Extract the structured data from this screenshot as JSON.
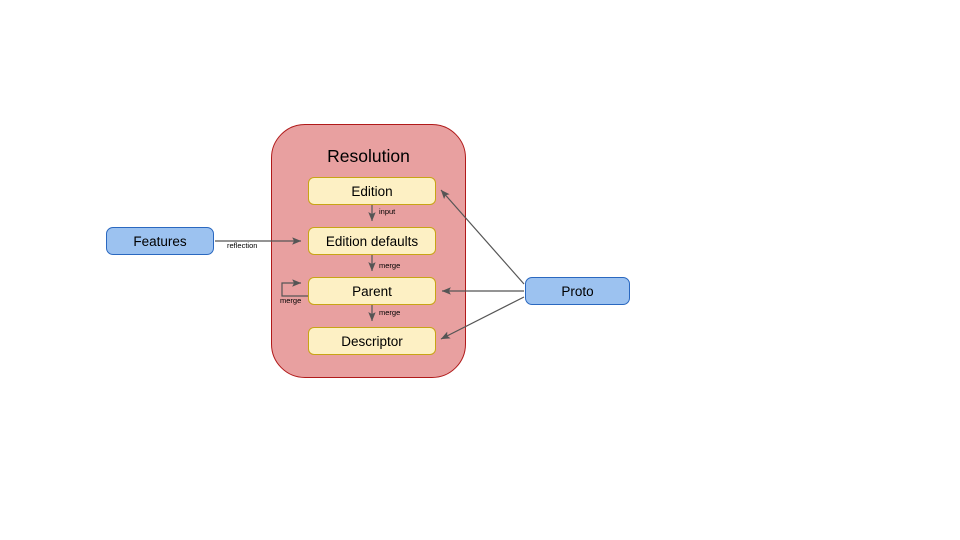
{
  "diagram": {
    "title_visible": false,
    "groups": [
      {
        "id": "resolution",
        "label": "Resolution",
        "fill": "#e8a0a0",
        "stroke": "#b01a1a"
      }
    ],
    "nodes": [
      {
        "id": "edition",
        "label": "Edition",
        "fill": "#fdf0c4",
        "stroke": "#c8a415"
      },
      {
        "id": "defaults",
        "label": "Edition defaults",
        "fill": "#fdf0c4",
        "stroke": "#c8a415"
      },
      {
        "id": "parent",
        "label": "Parent",
        "fill": "#fdf0c4",
        "stroke": "#c8a415"
      },
      {
        "id": "descriptor",
        "label": "Descriptor",
        "fill": "#fdf0c4",
        "stroke": "#c8a415"
      },
      {
        "id": "features",
        "label": "Features",
        "fill": "#9cc2f0",
        "stroke": "#2a68c0"
      },
      {
        "id": "proto",
        "label": "Proto",
        "fill": "#9cc2f0",
        "stroke": "#2a68c0"
      }
    ],
    "edges": [
      {
        "id": "features-to-defaults",
        "from": "features",
        "to": "defaults",
        "label": "reflection"
      },
      {
        "id": "edition-to-defaults",
        "from": "edition",
        "to": "defaults",
        "label": "input"
      },
      {
        "id": "defaults-to-parent",
        "from": "defaults",
        "to": "parent",
        "label": "merge"
      },
      {
        "id": "parent-to-descriptor",
        "from": "parent",
        "to": "descriptor",
        "label": "merge"
      },
      {
        "id": "parent-self-loop",
        "from": "parent",
        "to": "parent",
        "label": "merge"
      },
      {
        "id": "proto-to-edition",
        "from": "proto",
        "to": "edition",
        "label": ""
      },
      {
        "id": "proto-to-parent",
        "from": "proto",
        "to": "parent",
        "label": ""
      },
      {
        "id": "proto-to-descriptor",
        "from": "proto",
        "to": "descriptor",
        "label": ""
      }
    ],
    "edge_color": "#555555",
    "background": "#ffffff"
  }
}
